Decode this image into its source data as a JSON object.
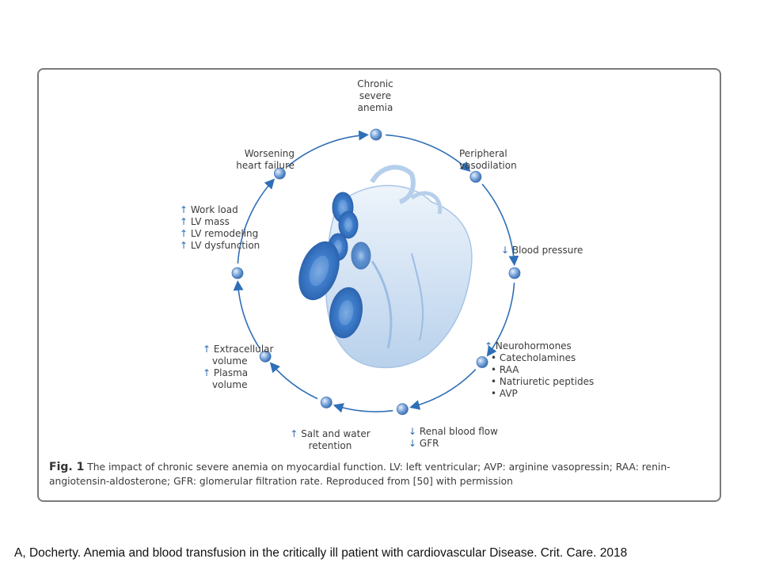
{
  "nodes": {
    "chronic_anemia": [
      "Chronic",
      "severe",
      "anemia"
    ],
    "peripheral_vasodilation": [
      "Peripheral",
      "vasodilation"
    ],
    "blood_pressure": {
      "arrow": "↓",
      "text": "Blood pressure"
    },
    "neurohormones": {
      "arrow": "↑",
      "text": "Neurohormones",
      "items": [
        "• Catecholamines",
        "• RAA",
        "• Natriuretic peptides",
        "• AVP"
      ]
    },
    "renal": {
      "lines": [
        {
          "arrow": "↓",
          "text": "Renal blood flow"
        },
        {
          "arrow": "↓",
          "text": "GFR"
        }
      ]
    },
    "salt_water": {
      "arrow": "↑",
      "text": "Salt and water",
      "text2": "retention"
    },
    "volume": {
      "lines": [
        {
          "arrow": "↑",
          "text": "Extracellular",
          "text2": "volume"
        },
        {
          "arrow": "↑",
          "text": "Plasma",
          "text2": "volume"
        }
      ]
    },
    "lv": {
      "lines": [
        {
          "arrow": "↑",
          "text": "Work load"
        },
        {
          "arrow": "↑",
          "text": "LV mass"
        },
        {
          "arrow": "↑",
          "text": "LV remodeling"
        },
        {
          "arrow": "↑",
          "text": "LV dysfunction"
        }
      ]
    },
    "heart_failure": [
      "Worsening",
      "heart failure"
    ]
  },
  "caption": {
    "label": "Fig. 1",
    "text": " The impact of chronic severe anemia on myocardial function. LV: left ventricular; AVP: arginine vasopressin; RAA: renin-angiotensin-aldosterone; GFR: glomerular filtration rate. Reproduced from [50] with permission"
  },
  "citation": "A, Docherty. Anemia and blood transfusion in the critically ill patient with cardiovascular Disease. Crit.  Care. 2018",
  "colors": {
    "node": "#7fa8dc",
    "cycle_line": "#2f6fb7",
    "heart": "#cfe0f2",
    "arrow_text": "#2e6db3"
  }
}
